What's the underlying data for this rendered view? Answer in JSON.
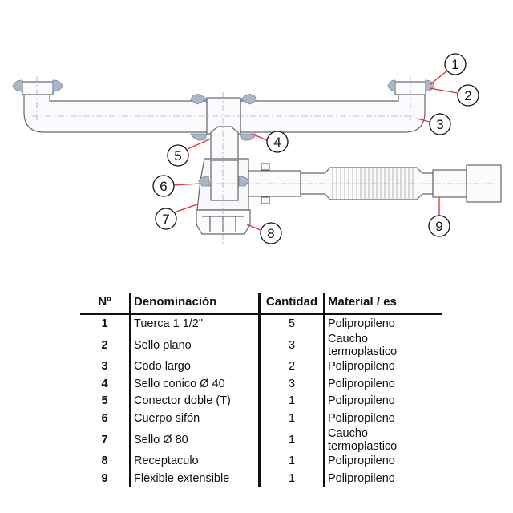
{
  "diagram": {
    "callouts": [
      "1",
      "2",
      "3",
      "4",
      "5",
      "6",
      "7",
      "8",
      "9"
    ],
    "colors": {
      "leader": "#e03030",
      "pipe": "#555555",
      "nut": "#a9b8c8"
    }
  },
  "table": {
    "headers": {
      "no": "Nº",
      "name": "Denominación",
      "qty": "Cantidad",
      "material": "Material / es"
    },
    "rows": [
      {
        "no": "1",
        "name": "Tuerca 1 1/2\"",
        "qty": "5",
        "material": "Polipropileno"
      },
      {
        "no": "2",
        "name": "Sello plano",
        "qty": "3",
        "material": "Caucho termoplastico"
      },
      {
        "no": "3",
        "name": "Codo largo",
        "qty": "2",
        "material": "Polipropileno"
      },
      {
        "no": "4",
        "name": "Sello conico Ø 40",
        "qty": "3",
        "material": "Polipropileno"
      },
      {
        "no": "5",
        "name": "Conector doble (T)",
        "qty": "1",
        "material": "Polipropileno"
      },
      {
        "no": "6",
        "name": "Cuerpo sifón",
        "qty": "1",
        "material": "Polipropileno"
      },
      {
        "no": "7",
        "name": "Sello Ø 80",
        "qty": "1",
        "material": "Caucho termoplastico"
      },
      {
        "no": "8",
        "name": "Receptaculo",
        "qty": "1",
        "material": "Polipropileno"
      },
      {
        "no": "9",
        "name": "Flexible extensible",
        "qty": "1",
        "material": "Polipropileno"
      }
    ]
  }
}
